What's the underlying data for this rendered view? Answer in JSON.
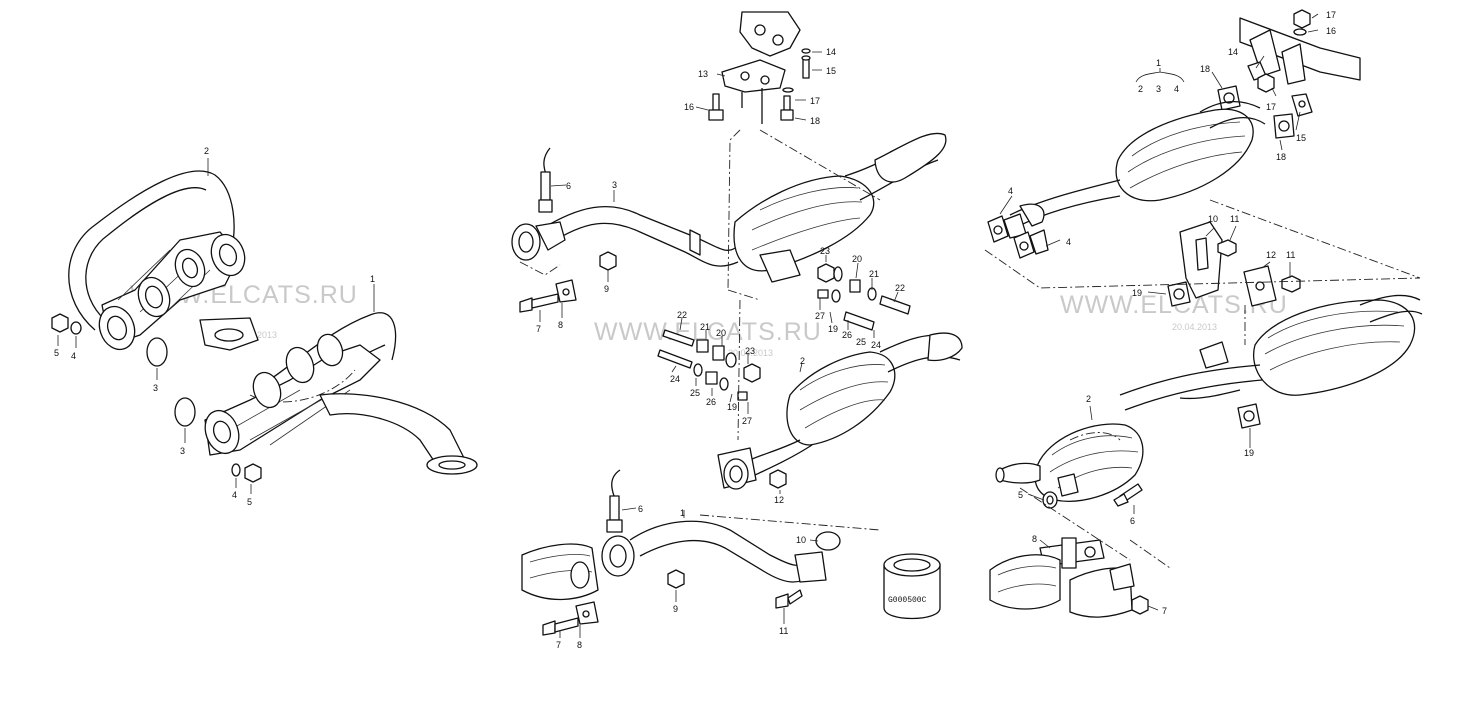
{
  "watermarks": [
    {
      "text": "WWW.ELCATS.RU",
      "date": "20.04.2013"
    },
    {
      "text": "WWW.ELCATS.RU",
      "date": "20.04.2013"
    },
    {
      "text": "WWW.ELCATS.RU",
      "date": "20.04.2013"
    }
  ],
  "stamp": "G000500C",
  "manifold_group": {
    "labels": [
      "2",
      "1",
      "3",
      "3",
      "4",
      "5",
      "4",
      "5"
    ]
  },
  "front_pipe_group": {
    "labels": [
      "13",
      "14",
      "15",
      "16",
      "17",
      "18",
      "6",
      "3",
      "9",
      "7",
      "8",
      "23",
      "20",
      "21",
      "22",
      "19",
      "27",
      "26",
      "25",
      "24",
      "22",
      "21",
      "20",
      "23",
      "24",
      "25",
      "26",
      "19",
      "27",
      "2",
      "12",
      "6",
      "1",
      "10",
      "9",
      "7",
      "8",
      "11"
    ]
  },
  "rear_group": {
    "labels": [
      "1",
      "2",
      "3",
      "4",
      "18",
      "14",
      "17",
      "16",
      "17",
      "15",
      "18",
      "4",
      "4",
      "10",
      "11",
      "12",
      "11",
      "19",
      "2",
      "19",
      "5",
      "6",
      "8",
      "7"
    ]
  }
}
